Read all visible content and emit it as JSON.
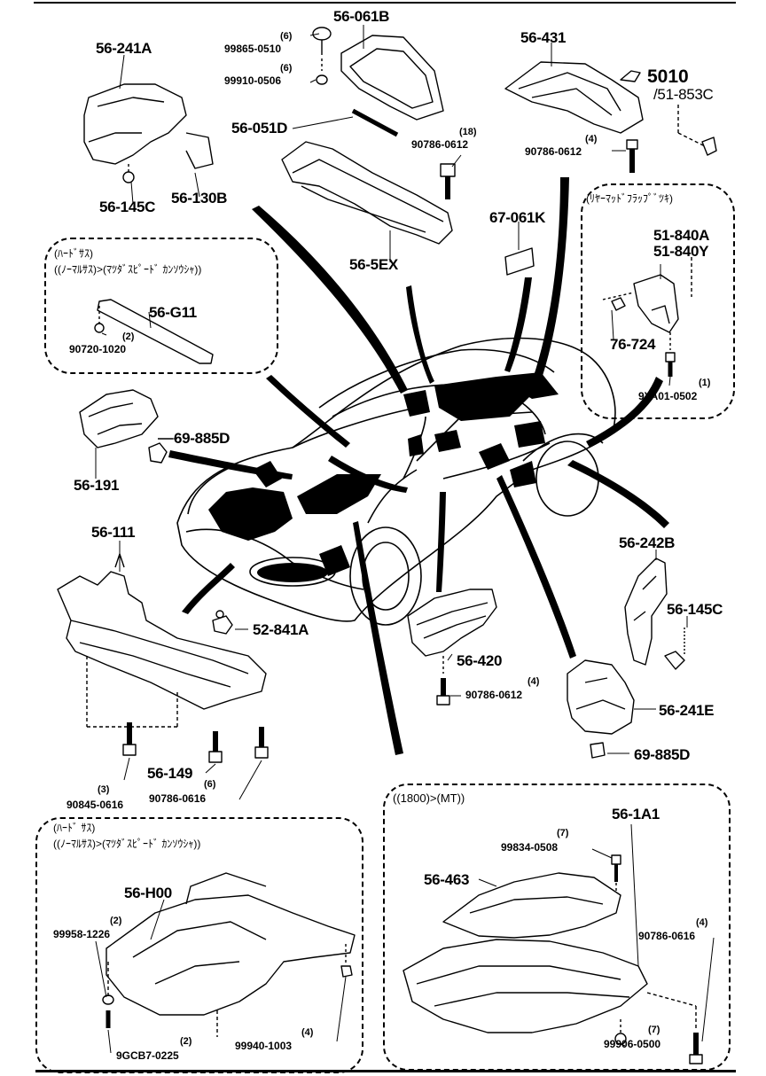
{
  "labels": {
    "p56_241A": "56-241A",
    "p56_145C_a": "56-145C",
    "p56_130B": "56-130B",
    "q6a": "(6)",
    "p99865_0510": "99865-0510",
    "q6b": "(6)",
    "p99910_0506": "99910-0506",
    "p56_061B": "56-061B",
    "p56_051D": "56-051D",
    "q18": "(18)",
    "p90786_0612_a": "90786-0612",
    "p56_5EX": "56-5EX",
    "p56_431": "56-431",
    "p5010": "5010",
    "p51_853C": "/51-853C",
    "q4a": "(4)",
    "p90786_0612_b": "90786-0612",
    "jp_rearmat": "(ﾘﾔｰﾏｯﾄﾞﾌﾗｯﾌﾟﾞﾂｷ)",
    "p51_840A": "51-840A",
    "p51_840Y": "51-840Y",
    "p76_724": "76-724",
    "q1": "(1)",
    "p9YA01_0502": "9YA01-0502",
    "p67_061K": "67-061K",
    "jp_hard1": "(ﾊｰﾄﾞｻｽ)",
    "jp_normal1": "((ﾉｰﾏﾙｻｽ)>(ﾏﾂﾀﾞｽﾋﾟｰﾄﾞ ｶﾝｿｳｼｬ))",
    "p56_G11": "56-G11",
    "q2a": "(2)",
    "p90720_1020": "90720-1020",
    "p69_885D_a": "69-885D",
    "p56_191": "56-191",
    "p56_111": "56-111",
    "p52_841A": "52-841A",
    "p56_149": "56-149",
    "q3": "(3)",
    "p90845_0616": "90845-0616",
    "q6c": "(6)",
    "p90786_0616_a": "90786-0616",
    "p56_420": "56-420",
    "q4b": "(4)",
    "p90786_0612_c": "90786-0612",
    "p56_242B": "56-242B",
    "p56_145C_b": "56-145C",
    "p56_241E": "56-241E",
    "p69_885D_b": "69-885D",
    "jp_hard2": "(ﾊｰﾄﾞ ｻｽ)",
    "jp_normal2": "((ﾉｰﾏﾙｻｽ)>(ﾏﾂﾀﾞｽﾋﾟｰﾄﾞ ｶﾝｿｳｼｬ))",
    "p56_H00": "56-H00",
    "q2b": "(2)",
    "p99958_1226": "99958-1226",
    "q2c": "(2)",
    "p9GCB7_0225": "9GCB7-0225",
    "q4c": "(4)",
    "p99940_1003": "99940-1003",
    "cond_1800": "((1800)>(MT))",
    "p56_1A1": "56-1A1",
    "q7a": "(7)",
    "p99834_0508": "99834-0508",
    "p56_463": "56-463",
    "q4d": "(4)",
    "p90786_0616_b": "90786-0616",
    "q7b": "(7)",
    "p99906_0500": "99906-0500"
  }
}
